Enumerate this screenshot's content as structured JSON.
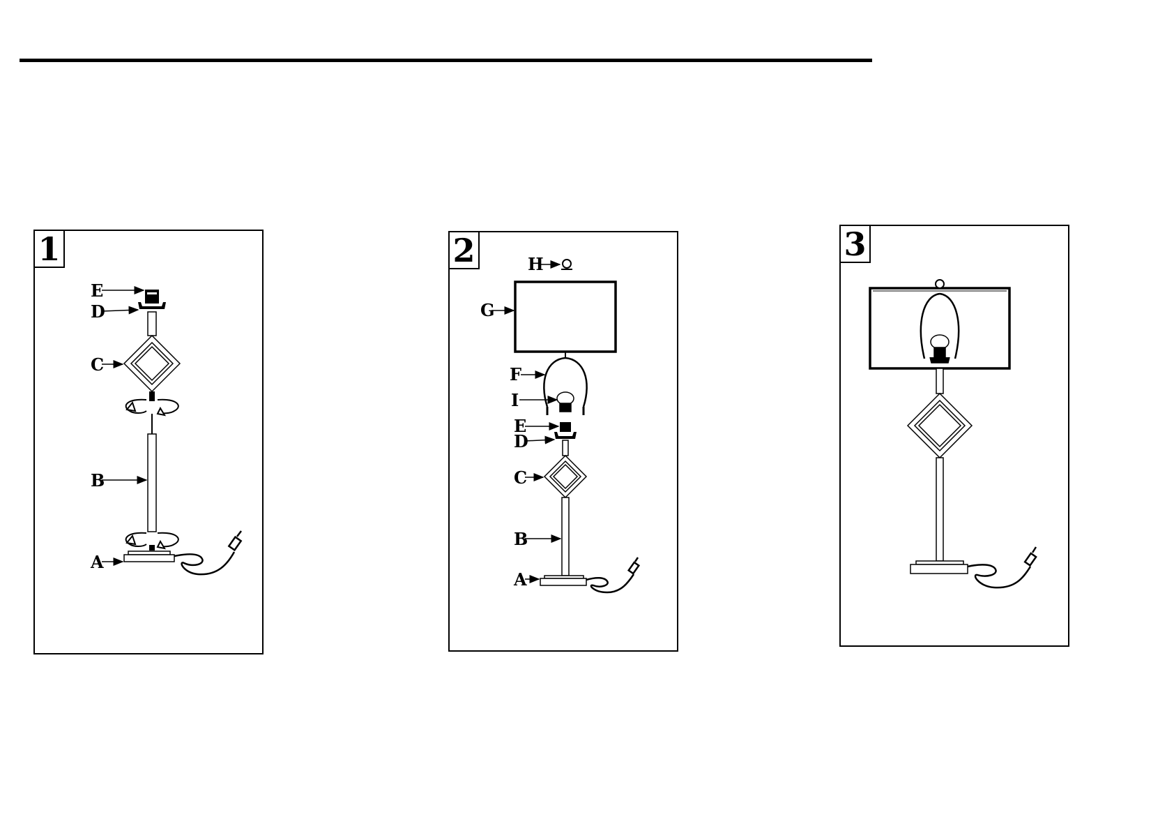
{
  "steps": [
    {
      "number": "1",
      "labels": {
        "A": "A",
        "B": "B",
        "C": "C",
        "D": "D",
        "E": "E"
      }
    },
    {
      "number": "2",
      "labels": {
        "A": "A",
        "B": "B",
        "C": "C",
        "D": "D",
        "E": "E",
        "F": "F",
        "G": "G",
        "H": "H",
        "I": "I"
      }
    },
    {
      "number": "3"
    }
  ]
}
